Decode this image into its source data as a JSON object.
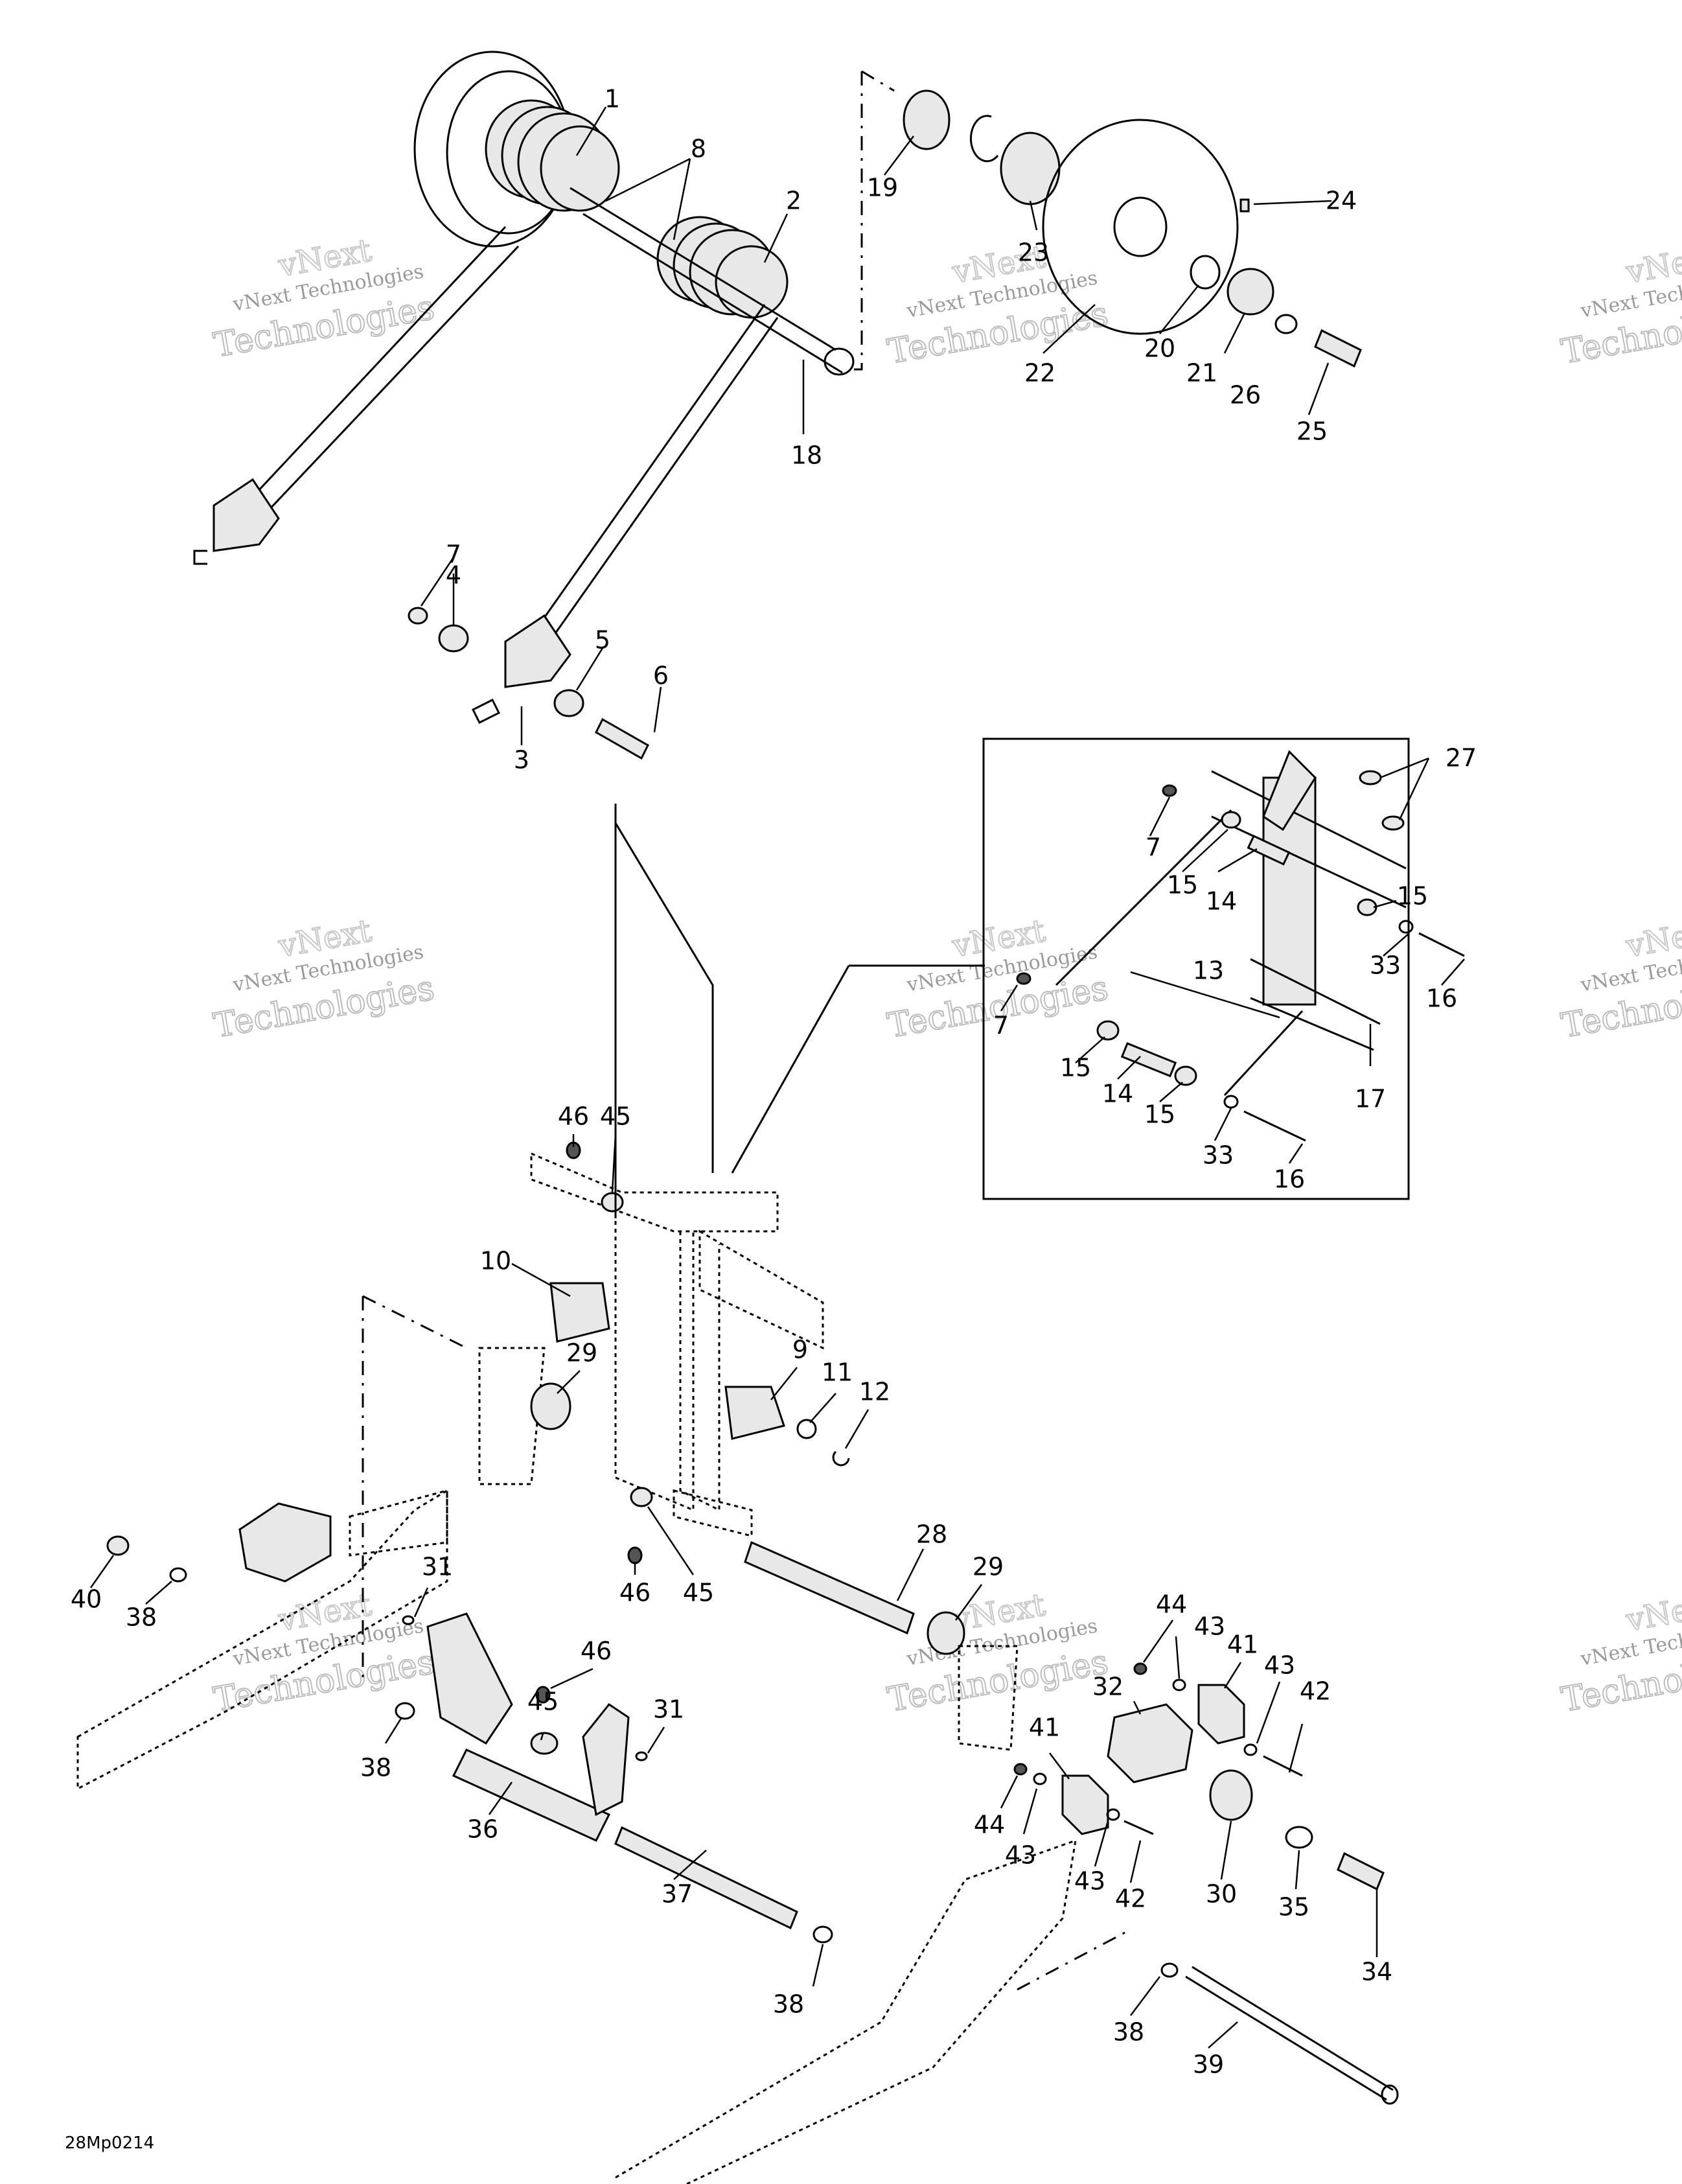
{
  "diagram_code": "28Mp0214",
  "watermark": {
    "line1": "vNext Technologies",
    "line2": "Technologies",
    "mark": "vNext"
  },
  "callouts": [
    "1",
    "2",
    "3",
    "4",
    "5",
    "6",
    "7",
    "8",
    "9",
    "10",
    "11",
    "12",
    "13",
    "14",
    "15",
    "16",
    "17",
    "18",
    "19",
    "20",
    "21",
    "22",
    "23",
    "24",
    "25",
    "26",
    "27",
    "28",
    "29",
    "30",
    "31",
    "32",
    "33",
    "34",
    "35",
    "36",
    "37",
    "38",
    "39",
    "40",
    "41",
    "42",
    "43",
    "44",
    "45",
    "46"
  ]
}
